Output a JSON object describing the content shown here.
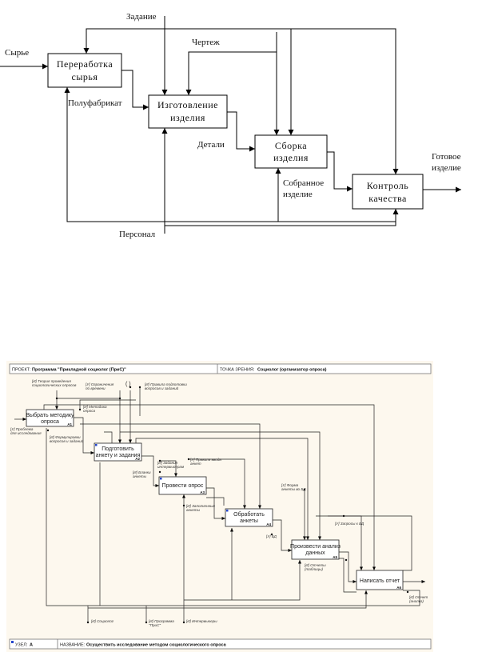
{
  "diagram1": {
    "boxes": [
      {
        "id": "b1",
        "line1": "Переработка",
        "line2": "сырья"
      },
      {
        "id": "b2",
        "line1": "Изготовление",
        "line2": "изделия"
      },
      {
        "id": "b3",
        "line1": "Сборка",
        "line2": "изделия"
      },
      {
        "id": "b4",
        "line1": "Контроль",
        "line2": "качества"
      }
    ],
    "labels": {
      "input": "Сырье",
      "control": "Задание",
      "drawing": "Чертеж",
      "semi": "Полуфабрикат",
      "parts": "Детали",
      "assembled_1": "Собранное",
      "assembled_2": "изделие",
      "output_1": "Готовое",
      "output_2": "изделие",
      "personnel": "Персонал"
    }
  },
  "diagram2": {
    "header": {
      "project_label": "ПРОЕКТ:",
      "project_value": "Программа \"Прикладной социолог (ПриС)\"",
      "view_label": "ТОЧКА ЗРЕНИЯ:",
      "view_value": "Социолог (организатор опроса)"
    },
    "footer": {
      "node_label": "УЗЕЛ:",
      "node_value": "A",
      "title_label": "НАЗВАНИЕ:",
      "title_value": "Осуществить исследование методом социологического опроса"
    },
    "paren_marker": "( )",
    "boxes": [
      {
        "id": "a1",
        "line1": "Выбрать методику",
        "line2": "опроса",
        "num": "A1"
      },
      {
        "id": "a2",
        "line1": "Подготовить",
        "line2": "анкету и задания",
        "num": "A2"
      },
      {
        "id": "a3",
        "line1": "Провести опрос",
        "line2": "",
        "num": "A3"
      },
      {
        "id": "a4",
        "line1": "Обработать",
        "line2": "анкеты",
        "num": "A4"
      },
      {
        "id": "a5",
        "line1": "Произвести анализ",
        "line2": "данных",
        "num": "A5"
      },
      {
        "id": "a6",
        "line1": "Написать отчет",
        "line2": "",
        "num": "A6"
      }
    ],
    "labels": [
      {
        "id": "l1",
        "l1": "[И] Теория проведения",
        "l2": "социологических опросов"
      },
      {
        "id": "l2",
        "l1": "[У] Ограничения",
        "l2": "по времени"
      },
      {
        "id": "l3",
        "l1": "[И] Правила подготовки",
        "l2": "вопросов и заданий"
      },
      {
        "id": "l4",
        "l1": "[И] Методика",
        "l2": "опроса"
      },
      {
        "id": "l5",
        "l1": "[У] Проблема",
        "l2": "для исследования"
      },
      {
        "id": "l6",
        "l1": "[И] Формулировки",
        "l2": "вопросов и заданий"
      },
      {
        "id": "l7",
        "l1": "[И] Задания",
        "l2": "интервьюерам"
      },
      {
        "id": "l8",
        "l1": "[У] Правила ввода",
        "l2": "анкет"
      },
      {
        "id": "l9",
        "l1": "[И] Бланки",
        "l2": "анкеты"
      },
      {
        "id": "l10",
        "l1": "[И] Заполненные",
        "l2": "анкеты"
      },
      {
        "id": "l11",
        "l1": "[У] Форма",
        "l2": "анкеты во БД"
      },
      {
        "id": "l12",
        "l1": "[У] БД",
        "l2": ""
      },
      {
        "id": "l13",
        "l1": "[У] Запросы к БД",
        "l2": ""
      },
      {
        "id": "l14",
        "l1": "[И] Отчеты",
        "l2": "(таблицы)"
      },
      {
        "id": "l15",
        "l1": "[И] Социолог",
        "l2": ""
      },
      {
        "id": "l16",
        "l1": "[И] Программа",
        "l2": "\"ПриС\""
      },
      {
        "id": "l17",
        "l1": "[И] Интервьюеры",
        "l2": ""
      },
      {
        "id": "l18",
        "l1": "[И] Отчет",
        "l2": "(анализ)"
      }
    ]
  }
}
